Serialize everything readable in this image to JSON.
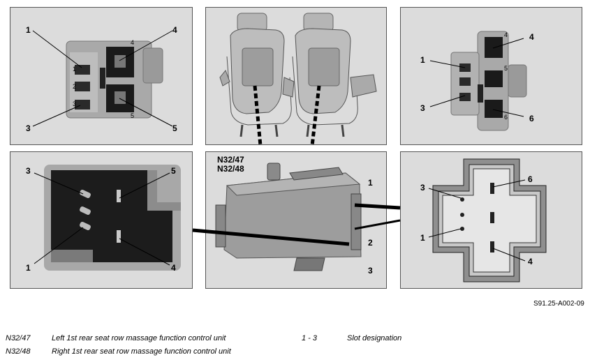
{
  "panels": {
    "top_left": {
      "callouts": [
        "1",
        "4",
        "3",
        "5"
      ],
      "pin_marks": [
        "1",
        "2",
        "3",
        "4",
        "5"
      ]
    },
    "top_right": {
      "callouts": [
        "4",
        "1",
        "3",
        "6"
      ],
      "pin_marks": [
        "4",
        "5",
        "6"
      ]
    },
    "bottom_left": {
      "callouts": [
        "3",
        "5",
        "1",
        "4"
      ]
    },
    "bottom_center": {
      "unit_labels": [
        "N32/47",
        "N32/48"
      ],
      "callouts": [
        "1",
        "2",
        "3"
      ]
    },
    "bottom_right": {
      "callouts": [
        "3",
        "6",
        "1",
        "4"
      ]
    }
  },
  "figure_code": "S91.25-A002-09",
  "legend": [
    {
      "code": "N32/47",
      "text": "Left 1st rear seat row massage function control unit"
    },
    {
      "code": "N32/48",
      "text": "Right 1st rear seat row massage function control unit"
    },
    {
      "code": "1 - 3",
      "text": "Slot designation"
    }
  ]
}
